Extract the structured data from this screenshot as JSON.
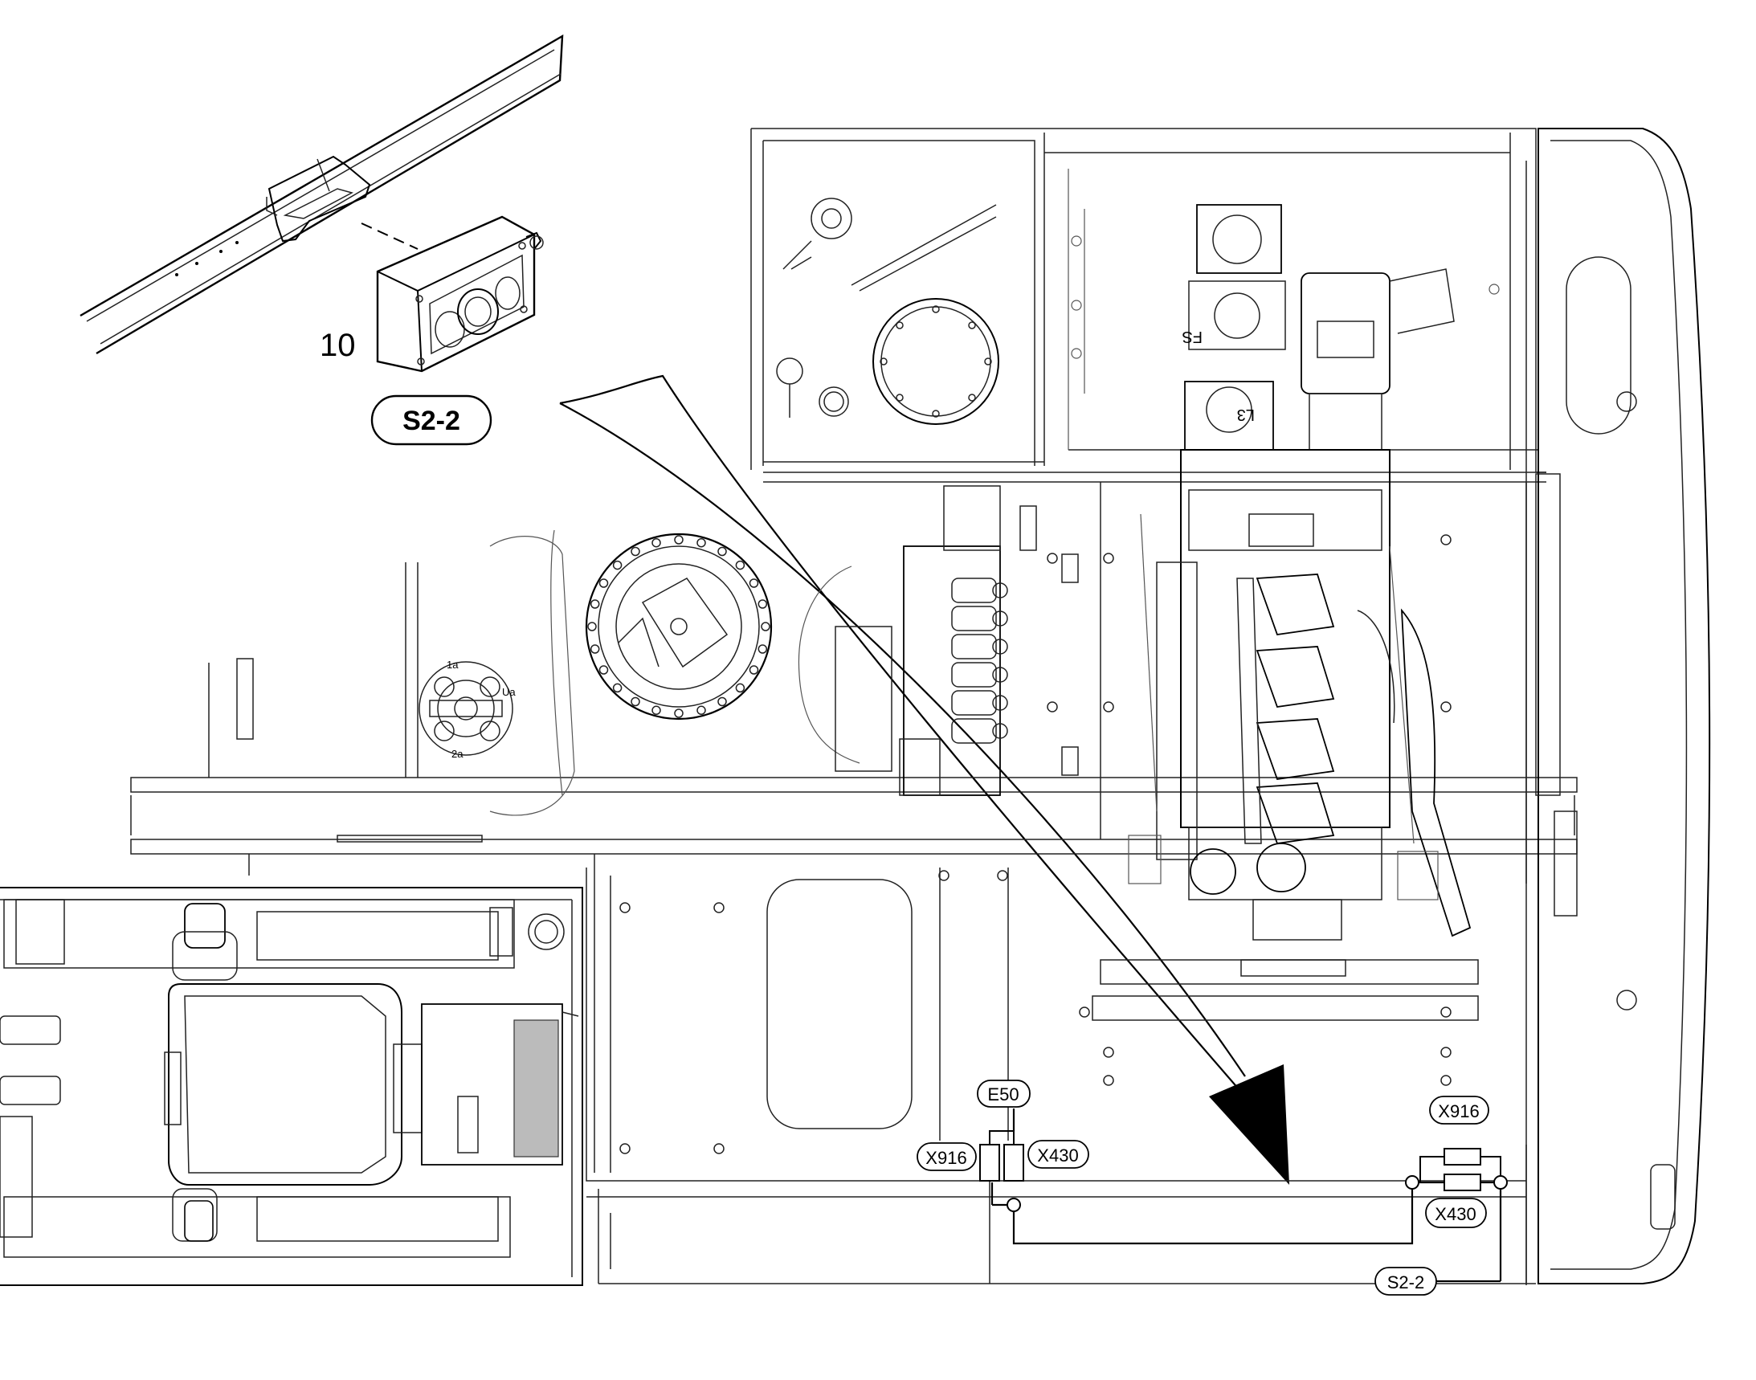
{
  "callouts": {
    "part_number": "10",
    "switch_label": "S2-2",
    "e50": "E50",
    "x916_left": "X916",
    "x430_left": "X430",
    "x916_right": "X916",
    "x430_right": "X430",
    "s22_bottom": "S2-2"
  },
  "stamped_text": {
    "fs": "FS",
    "l3": "L3",
    "la": "1a",
    "ua": "Ua",
    "za": "2a"
  }
}
